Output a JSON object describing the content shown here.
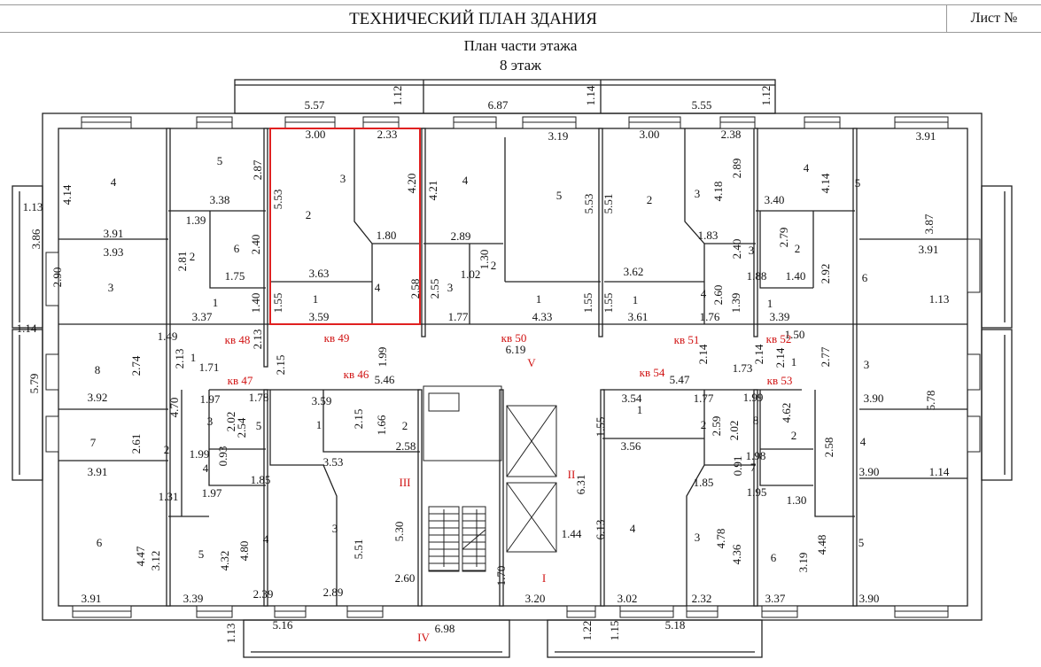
{
  "header": {
    "title": "ТЕХНИЧЕСКИЙ ПЛАН ЗДАНИЯ",
    "sheet_label": "Лист №"
  },
  "plan": {
    "subtitle": "План части этажа",
    "floor": "8 этаж",
    "highlight_color": "#e02020",
    "labels": [
      "5.57",
      "1.12",
      "6.87",
      "1.14",
      "5.55",
      "1.12",
      "3.00",
      "2.33",
      "3.19",
      "3.00",
      "2.38",
      "3.91",
      "4",
      "4.14",
      "1.13",
      "3.86",
      "3.91",
      "3.93",
      "2.90",
      "3",
      "1.14",
      "5",
      "2.87",
      "3.38",
      "1.39",
      "2",
      "2.81",
      "6",
      "2.40",
      "1.75",
      "1",
      "3.37",
      "1.40",
      "5.53",
      "2",
      "3",
      "4.20",
      "1.80",
      "3.63",
      "1",
      "1.55",
      "3.59",
      "4",
      "2.58",
      "4.21",
      "4",
      "2.89",
      "1.30",
      "2",
      "1.02",
      "3",
      "2.55",
      "1.77",
      "5",
      "5.53",
      "1",
      "4.33",
      "1.55",
      "5.51",
      "2",
      "3",
      "4.18",
      "1.83",
      "3.62",
      "1",
      "3.61",
      "1.55",
      "4",
      "2.60",
      "1.76",
      "4",
      "2.89",
      "3.40",
      "2.40",
      "3",
      "1.88",
      "2.79",
      "2",
      "1.40",
      "1.39",
      "1",
      "3.39",
      "4.14",
      "5",
      "3.87",
      "3.91",
      "2.92",
      "6",
      "1.13",
      "1.49",
      "2.13",
      "2.15",
      "1.99",
      "6.19",
      "2.14",
      "2.14",
      "2.14",
      "1.50",
      "1",
      "2.13",
      "1.71",
      "5.46",
      "1.73",
      "1",
      "5.47",
      "2.77",
      "8",
      "2.74",
      "3.92",
      "5.79",
      "7",
      "2.61",
      "3.91",
      "6",
      "4.47",
      "3.91",
      "2",
      "4.70",
      "1.31",
      "5",
      "3.12",
      "4.32",
      "3.39",
      "3",
      "1.97",
      "2.02",
      "1.99",
      "4",
      "0.93",
      "1.97",
      "1.78",
      "2.54",
      "5",
      "3.59",
      "1",
      "2.15",
      "3.53",
      "1.85",
      "4",
      "4.80",
      "2.39",
      "3",
      "5.51",
      "2.89",
      "1.66",
      "2",
      "2.58",
      "5.30",
      "2.60",
      "1.70",
      "3.20",
      "1.13",
      "5.16",
      "6.98",
      "6.31",
      "1.44",
      "1.22",
      "3.54",
      "1",
      "1.55",
      "3.56",
      "1.77",
      "2",
      "2.59",
      "1.85",
      "4",
      "6.13",
      "3",
      "4.78",
      "3.02",
      "2.32",
      "1.15",
      "5.18",
      "1.99",
      "2.02",
      "8",
      "7",
      "1.98",
      "0.91",
      "1.95",
      "4.62",
      "2",
      "1.30",
      "4.36",
      "6",
      "3.19",
      "3.37",
      "3",
      "3.90",
      "5.78",
      "2.58",
      "4",
      "3.90",
      "1.14",
      "4.48",
      "5",
      "3.90"
    ],
    "apartments": [
      "кв 48",
      "кв 49",
      "кв 50",
      "кв 51",
      "кв 52",
      "кв 47",
      "кв 46",
      "кв 54",
      "кв 53"
    ],
    "sections": [
      "V",
      "III",
      "IV",
      "II",
      "I"
    ]
  }
}
